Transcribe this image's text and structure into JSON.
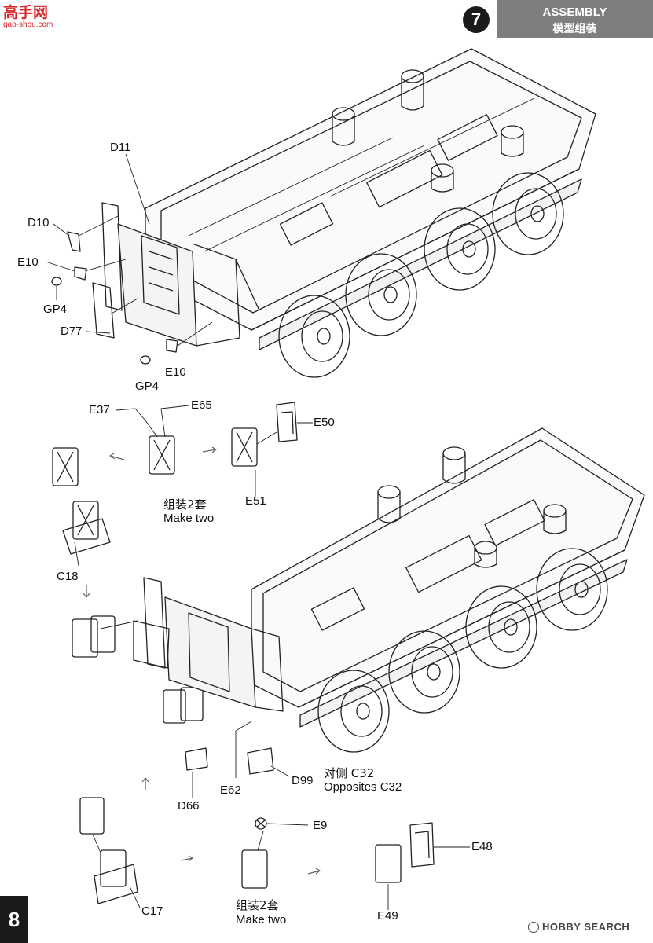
{
  "watermark": {
    "top_text": "高手网",
    "bottom_text": "gao-shou.com"
  },
  "header": {
    "step_number": "7",
    "title_en": "ASSEMBLY",
    "title_cn": "模型组装"
  },
  "page_number": "8",
  "footer": {
    "brand": "HOBBY SEARCH"
  },
  "labels": {
    "d11": "D11",
    "d10": "D10",
    "e10_top": "E10",
    "gp4_top": "GP4",
    "d77": "D77",
    "e10_bottom": "E10",
    "gp4_bottom": "GP4",
    "e37": "E37",
    "e65": "E65",
    "e50": "E50",
    "e51": "E51",
    "make_two_cn_1": "组装2套",
    "make_two_en_1": "Make two",
    "c18": "C18",
    "d99": "D99",
    "opposite_cn": "对侧 C32",
    "opposite_en": "Opposites C32",
    "e62": "E62",
    "d66": "D66",
    "e9": "E9",
    "e48": "E48",
    "e49": "E49",
    "c17": "C17",
    "make_two_cn_2": "组装2套",
    "make_two_en_2": "Make two"
  }
}
